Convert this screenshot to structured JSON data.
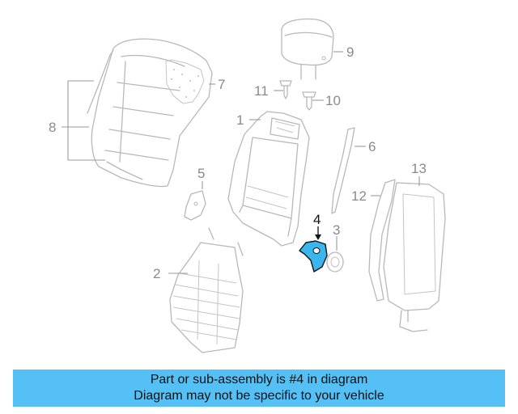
{
  "callouts": [
    "1",
    "2",
    "3",
    "4",
    "5",
    "6",
    "7",
    "8",
    "9",
    "10",
    "11",
    "12",
    "13"
  ],
  "highlighted_part": "4",
  "banner": {
    "line1": "Part or sub-assembly is #4 in diagram",
    "line2": "Diagram may not be specific to your vehicle"
  },
  "colors": {
    "banner_bg": "#55c0f5",
    "highlight_fill": "#3ab6ef",
    "line_gray": "#b8b8b8",
    "label_gray": "#8a8a8a"
  }
}
